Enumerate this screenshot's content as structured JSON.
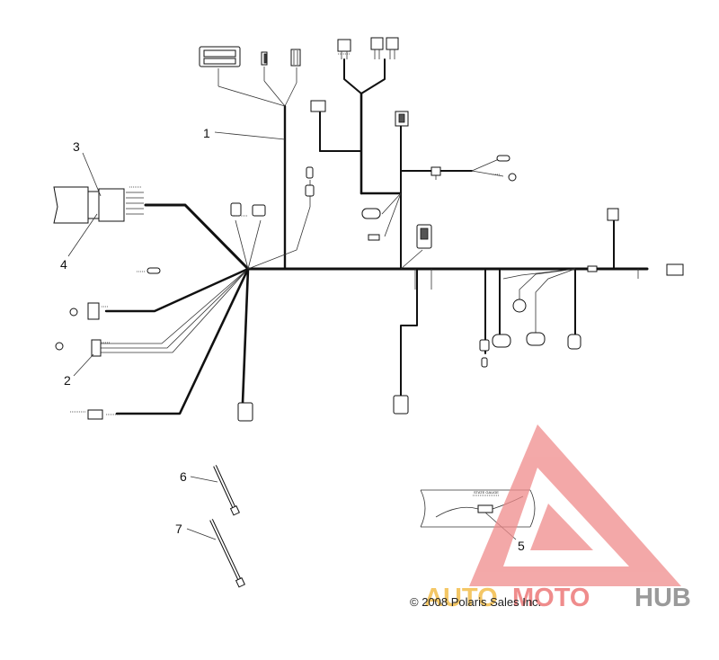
{
  "diagram": {
    "callouts": [
      "1",
      "2",
      "3",
      "4",
      "5",
      "6",
      "7"
    ],
    "copyright": "© 2008 Polaris Sales Inc.",
    "wire_labels": {
      "small_gauge": "STATE GAUGE"
    }
  },
  "watermark": {
    "word_auto": "AUTO",
    "word_moto": "MOTO",
    "word_hub": "HUB",
    "colors": {
      "triangle": "#ef8c8c",
      "auto": "#f4c766",
      "moto": "#ef8c8c",
      "hub": "#9a9a9a"
    }
  }
}
